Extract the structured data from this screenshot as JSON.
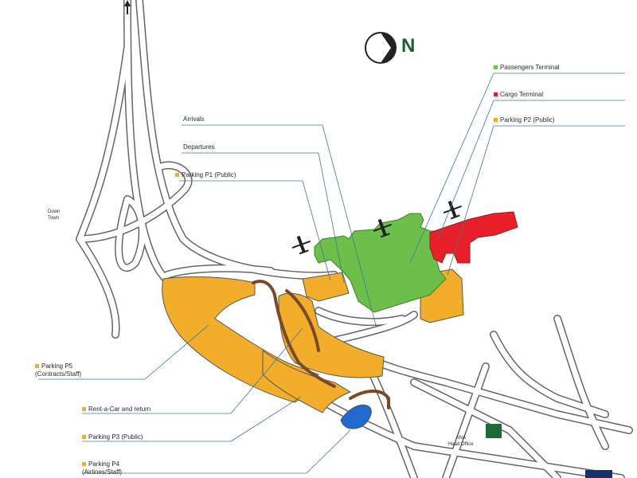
{
  "compass": {
    "letter": "N"
  },
  "legend": {
    "passengers_terminal": "Passengers Terminal",
    "cargo_terminal": "Cargo Terminal",
    "parking_p2": "Parking P2 (Public)",
    "arrivals": "Arrivals",
    "departures": "Departures",
    "parking_p1": "Parking P1 (Public)",
    "parking_p5_line1": "Parking P5",
    "parking_p5_line2": "(Contracts/Staff)",
    "rent_a_car": "Rent-a-Car and return",
    "parking_p3": "Parking P3 (Public)",
    "parking_p4_line1": "Parking P4",
    "parking_p4_line2": "(Airlines/Staff)"
  },
  "places": {
    "downtown_line1": "Down",
    "downtown_line2": "Town",
    "ana_line1": "ANA",
    "ana_line2": "Head Office"
  },
  "colors": {
    "terminal": "#6dbf4b",
    "cargo": "#e8202a",
    "parking": "#f2ae2b",
    "rentacar": "#7a4a26",
    "pool": "#1e6ad1",
    "ana": "#1f6b38",
    "road_outline": "#555555",
    "leader_line": "#3d7a8c"
  }
}
